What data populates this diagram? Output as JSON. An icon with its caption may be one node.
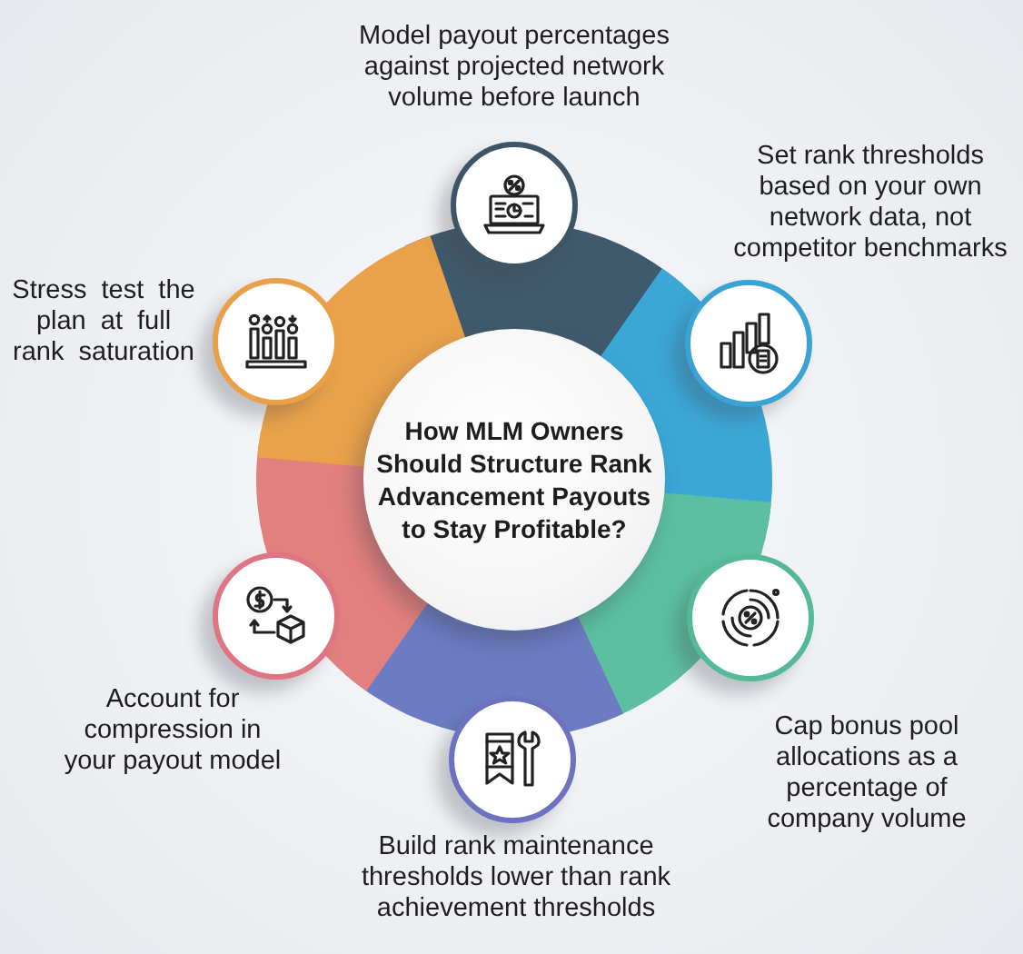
{
  "diagram": {
    "nodes": [
      {
        "text": [
          "How MLM Owners Should Structure Rank Advancement Payouts to Stay Profitable?"
        ]
      },
      {
        "text": [],
        "shape": "circle",
        "beside": [
          "Model payout percentages against projected network volume before launch"
        ]
      },
      {
        "text": [],
        "shape": "circle",
        "beside": [
          "Set rank thresholds based on your own network data, not competitor benchmarks"
        ]
      },
      {
        "text": [],
        "shape": "circle",
        "beside": [
          "Cap bonus pool allocations as a percentage of company volume"
        ]
      },
      {
        "text": [],
        "shape": "circle",
        "beside": [
          "Build rank maintenance thresholds lower than rank achievement thresholds"
        ]
      },
      {
        "text": [],
        "shape": "circle",
        "beside": [
          "Account for compression in your payout model"
        ]
      },
      {
        "text": [],
        "shape": "circle",
        "beside": [
          "Stress test the plan at full rank saturation"
        ]
      }
    ]
  }
}
